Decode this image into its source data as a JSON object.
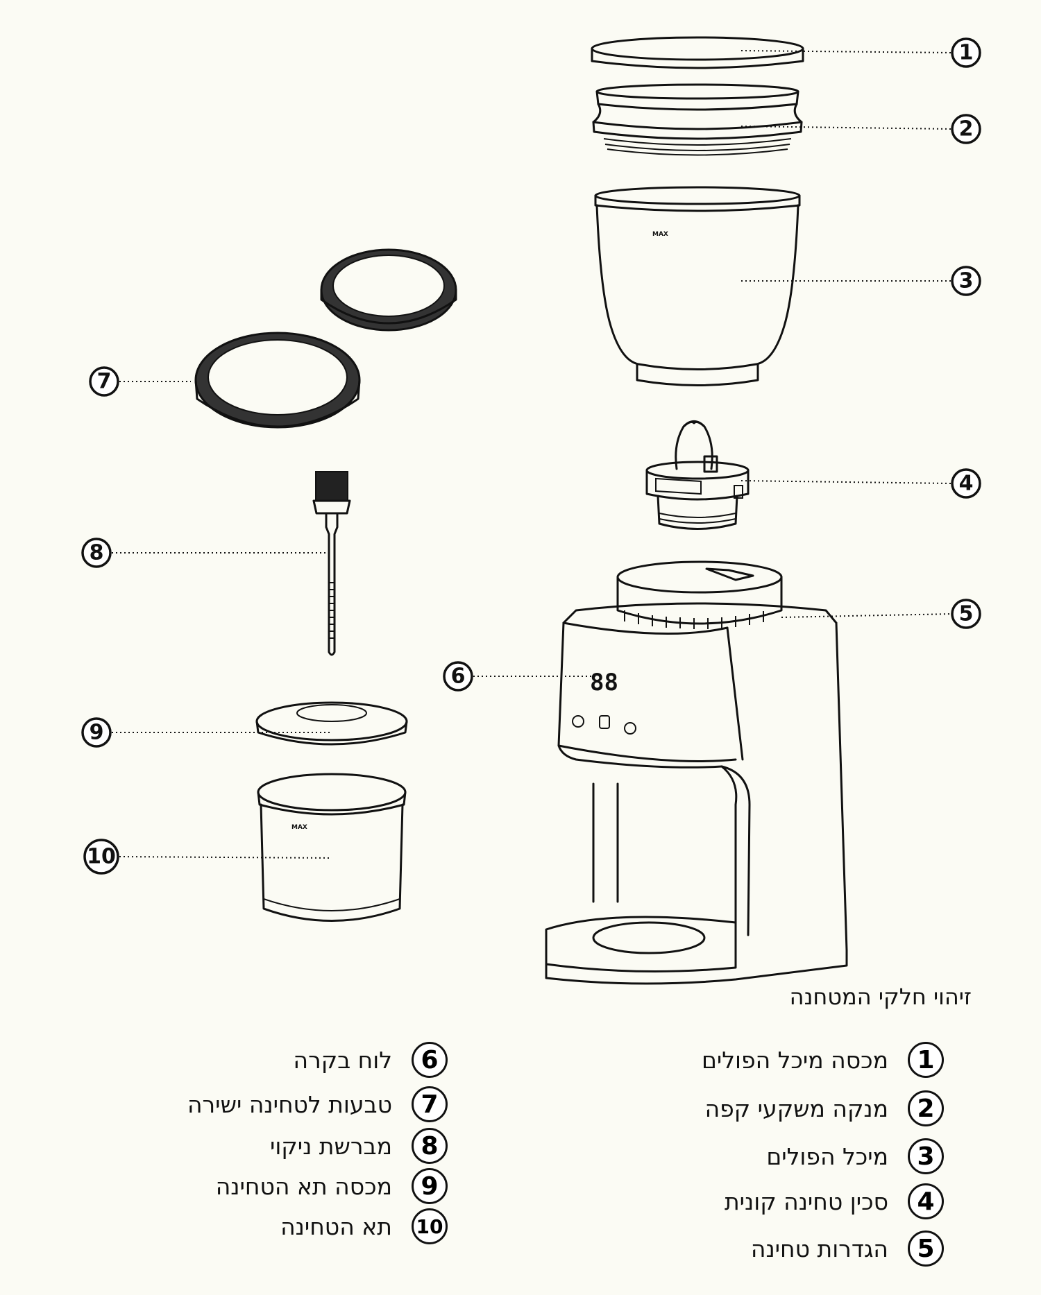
{
  "title": "זיהוי חלקי המטחנה",
  "callouts": [
    "1",
    "2",
    "3",
    "4",
    "5",
    "6",
    "7",
    "8",
    "9",
    "10"
  ],
  "legend": [
    {
      "n": "1",
      "label": "מכסה מיכל הפולים"
    },
    {
      "n": "2",
      "label": "מנקה משקעי קפה"
    },
    {
      "n": "3",
      "label": "מיכל הפולים"
    },
    {
      "n": "4",
      "label": "סכין טחינה קונית"
    },
    {
      "n": "5",
      "label": "הגדרות טחינה"
    },
    {
      "n": "6",
      "label": "לוח בקרה"
    },
    {
      "n": "7",
      "label": "טבעות לטחינה ישירה"
    },
    {
      "n": "8",
      "label": "מברשת ניקוי"
    },
    {
      "n": "9",
      "label": "מכסה תא הטחינה"
    },
    {
      "n": "10",
      "label": "תא הטחינה"
    }
  ],
  "markings": {
    "max": "MAX",
    "display": "88"
  }
}
